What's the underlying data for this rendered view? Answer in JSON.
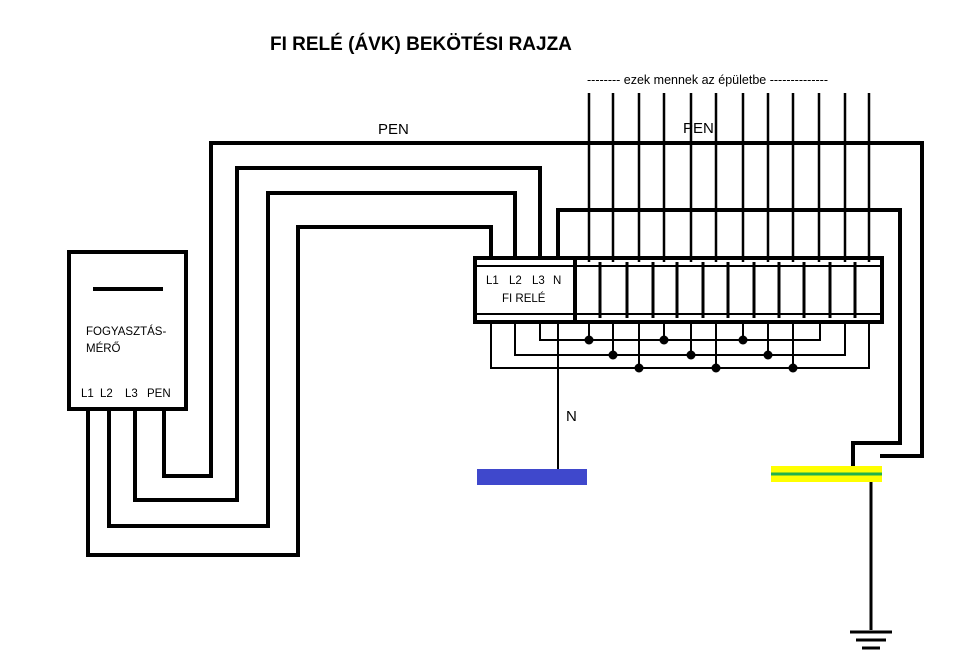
{
  "title": "FI RELÉ (ÁVK) BEKÖTÉSI RAJZA",
  "building_note": "-------- ezek mennek az épületbe --------------",
  "pen_label_left": "PEN",
  "pen_label_right": "PEN",
  "meter": {
    "name_line1": "FOGYASZTÁS-",
    "name_line2": "MÉRŐ",
    "terminals": [
      "L1",
      "L2",
      "L3",
      "PEN"
    ]
  },
  "rcd": {
    "terminals": [
      "L1",
      "L2",
      "L3",
      "N"
    ],
    "name": "FI RELÉ"
  },
  "neutral_label": "N",
  "colors": {
    "wire": "#000000",
    "neutral_bar": "#3f48cc",
    "earth_bar_yellow": "#ffff00",
    "earth_bar_green": "#22b14c"
  },
  "icons": {
    "ground": "ground-symbol-icon"
  }
}
